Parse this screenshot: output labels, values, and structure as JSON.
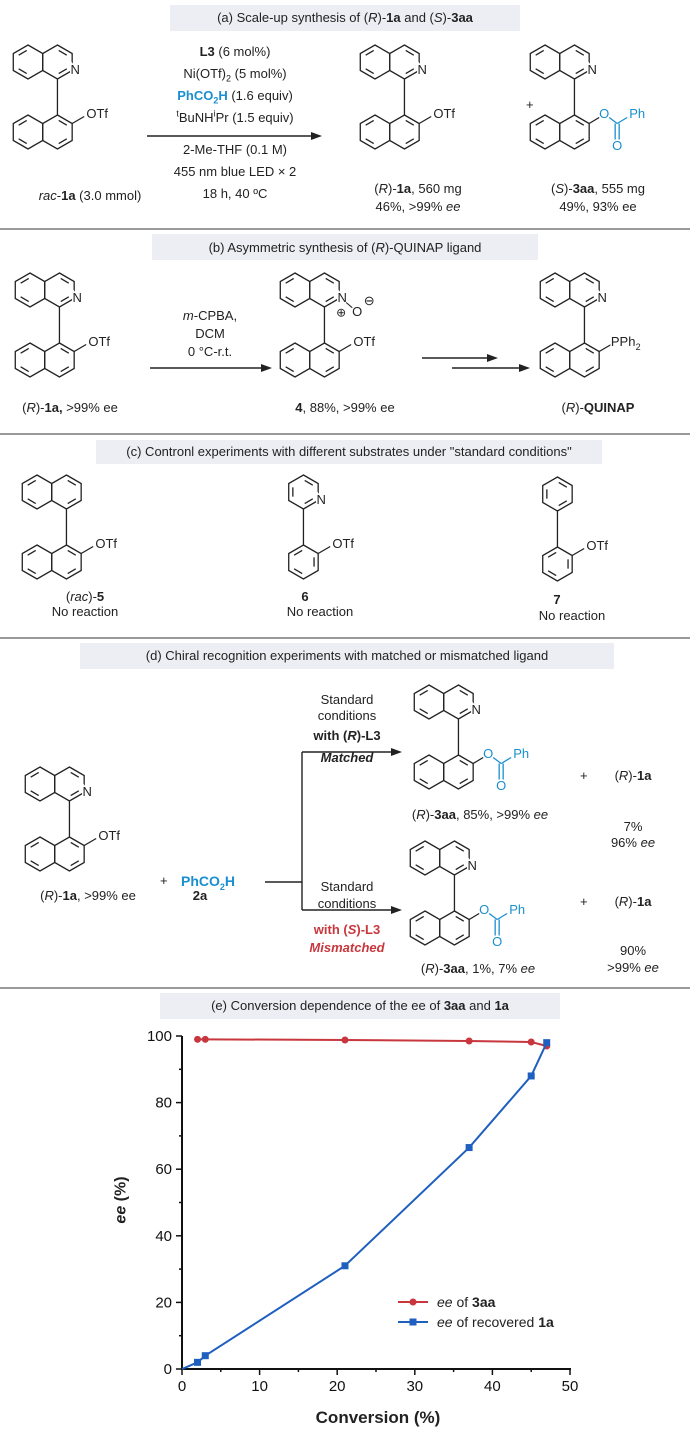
{
  "atom_labels": {
    "N": "N",
    "OTf": "OTf",
    "O": "O",
    "Ph": "Ph",
    "PPh": "PPh",
    "sub2": "2",
    "plus_charge": "⊕",
    "minus_charge": "⊖"
  },
  "a": {
    "title": [
      "(a) Scale-up synthesis of (",
      "R",
      ")-",
      "1a",
      " and (",
      "S",
      ")-",
      "3aa"
    ],
    "conditions": {
      "l3": [
        "L3",
        " (6 mol%)"
      ],
      "ni": [
        "Ni(OTf)",
        "2",
        " (5 mol%)"
      ],
      "acid": [
        "PhCO",
        "2",
        "H",
        " (1.6 equiv)"
      ],
      "base": [
        "t",
        "BuNH",
        "i",
        "Pr (1.5 equiv)"
      ],
      "solvent": "2-Me-THF (0.1 M)",
      "light": "455 nm blue LED × 2",
      "time": "18 h, 40 ºC"
    },
    "sm_label": [
      "rac",
      "-",
      "1a",
      " (3.0 mmol)"
    ],
    "p1_label": [
      "(",
      "R",
      ")-",
      "1a",
      ", 560 mg"
    ],
    "p1_yield": [
      "46%, >99% ",
      "ee"
    ],
    "plus": "+",
    "p2_label": [
      "(",
      "S",
      ")-",
      "3aa",
      ", 555 mg"
    ],
    "p2_yield": "49%, 93% ee"
  },
  "b": {
    "title": [
      "(b) Asymmetric synthesis of (",
      "R",
      ")-QUINAP ligand"
    ],
    "sm_label": [
      "(",
      "R",
      ")-",
      "1a,",
      " >99% ee"
    ],
    "conditions": {
      "reagent": [
        "m",
        "-CPBA,"
      ],
      "solvent": "DCM",
      "temp": "0 °C-r.t."
    },
    "int_label": [
      "4",
      ", 88%, >99% ee"
    ],
    "product_label": [
      "(",
      "R",
      ")-",
      "QUINAP"
    ]
  },
  "c": {
    "title": "(c) Contronl experiments with different substrates under \"standard conditions\"",
    "substrates": [
      {
        "label": [
          "(",
          "rac",
          ")-",
          "5"
        ],
        "result": "No reaction"
      },
      {
        "label": [
          "6"
        ],
        "result": "No reaction"
      },
      {
        "label": [
          "7"
        ],
        "result": "No reaction"
      }
    ]
  },
  "d": {
    "title": "(d) Chiral recognition experiments with matched or mismatched ligand",
    "sm_label": [
      "(",
      "R",
      ")-",
      "1a",
      ", >99% ee"
    ],
    "plus": "+",
    "acid": [
      "PhCO",
      "2",
      "H"
    ],
    "acid_label": "2a",
    "matched": {
      "cond1": "Standard",
      "cond2": "conditions",
      "ligand": [
        "with (",
        "R",
        ")-L3"
      ],
      "tag": "Matched",
      "product_label": [
        "(",
        "R",
        ")-",
        "3aa",
        ", 85%, >99% ",
        "ee"
      ],
      "recovered": [
        "(",
        "R",
        ")-",
        "1a"
      ],
      "rec_yield": "7%",
      "rec_ee": [
        "96% ",
        "ee"
      ]
    },
    "mismatched": {
      "cond1": "Standard",
      "cond2": "conditions",
      "ligand": [
        "with (",
        "S",
        ")-L3"
      ],
      "tag": "Mismatched",
      "product_label": [
        "(",
        "R",
        ")-",
        "3aa",
        ", 1%, 7% ",
        "ee"
      ],
      "recovered": [
        "(",
        "R",
        ")-",
        "1a"
      ],
      "rec_yield": "90%",
      "rec_ee": [
        ">99% ",
        "ee"
      ]
    },
    "colors": {
      "mismatched": "#c8373d",
      "reagent": "#1a8fd0"
    }
  },
  "e": {
    "title": [
      "(e) Conversion dependence of the ee of ",
      "3aa",
      " and ",
      "1a"
    ]
  },
  "chart_data": {
    "type": "line",
    "xlabel": "Conversion (%)",
    "ylabel": [
      "ee",
      " (%)"
    ],
    "xlim": [
      0,
      50
    ],
    "ylim": [
      0,
      100
    ],
    "xticks": [
      "0",
      "10",
      "20",
      "30",
      "40",
      "50"
    ],
    "yticks": [
      "0",
      "20",
      "40",
      "60",
      "80",
      "100"
    ],
    "grid": false,
    "legend_position": "bottom-right",
    "series": [
      {
        "name": [
          "ee",
          " of ",
          "3aa"
        ],
        "color": "#c8373d",
        "marker": "circle",
        "x": [
          2,
          3,
          21,
          37,
          45,
          47
        ],
        "y": [
          99,
          99,
          98.8,
          98.5,
          98.2,
          97
        ]
      },
      {
        "name": [
          "ee",
          " of recovered ",
          "1a"
        ],
        "color": "#1f5fbf",
        "marker": "square",
        "x": [
          0,
          2,
          3,
          21,
          37,
          45,
          47
        ],
        "y": [
          0,
          2,
          4,
          31,
          66.5,
          88,
          98
        ]
      }
    ]
  }
}
